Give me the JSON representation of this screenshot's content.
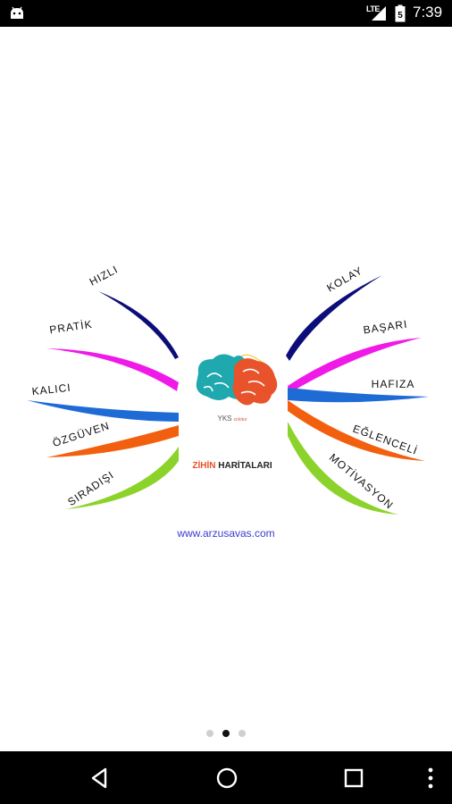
{
  "status_bar": {
    "network": "LTE",
    "battery_level": "5",
    "time": "7:39",
    "icons": [
      "android-icon",
      "signal-icon",
      "battery-icon"
    ]
  },
  "mindmap": {
    "left_branches": [
      "HIZLI",
      "PRATİK",
      "KALICI",
      "ÖZGÜVEN",
      "SIRADIŞI"
    ],
    "right_branches": [
      "KOLAY",
      "BAŞARI",
      "HAFIZA",
      "EĞLENCELİ",
      "MOTİVASYON"
    ],
    "colors": [
      "#0d0d7a",
      "#f01ae8",
      "#1f6bd6",
      "#f25f0e",
      "#8bd32a"
    ],
    "center": {
      "brand": "YKS",
      "brand_sub": "zolotur",
      "title_accent": "ZİHİN",
      "title_rest": "HARİTALARI",
      "brain_colors": [
        "#1fa8ad",
        "#e8532b",
        "#f2d65e"
      ]
    },
    "website": "www.arzusavas.com"
  },
  "pager": {
    "count": 3,
    "active_index": 1
  },
  "nav_bar": {
    "buttons": [
      "back-icon",
      "home-icon",
      "recents-icon",
      "more-icon"
    ]
  }
}
